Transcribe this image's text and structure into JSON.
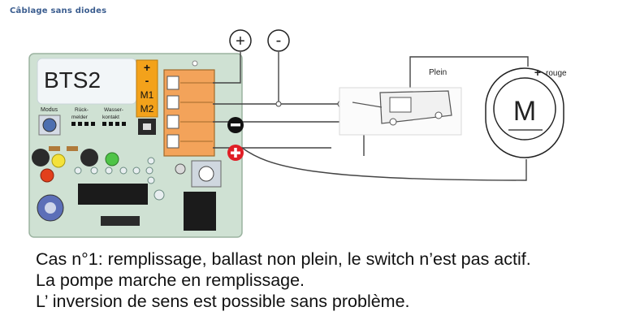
{
  "heading": "Câblage sans diodes",
  "board": {
    "name": "BTS2",
    "terminals": [
      "+",
      "-",
      "M1",
      "M2"
    ],
    "modus_label": "Modus",
    "rueckmelder_line1": "Rück-",
    "rueckmelder_line2": "melder",
    "wasserkontakt_line1": "Wasser-",
    "wasserkontakt_line2": "kontakt"
  },
  "supply": {
    "plus": "+",
    "minus": "-"
  },
  "switch_label": "Plein",
  "motor": {
    "letter": "M",
    "plus": "+",
    "wire_label": "rouge"
  },
  "caption": [
    "Cas n°1: remplissage, ballast non plein, le switch n’est pas actif.",
    "La pompe marche en remplissage.",
    "L’ inversion de sens est possible sans problème."
  ],
  "colors": {
    "board": "#cfe1d3",
    "terminal_yellow": "#f3a21b",
    "terminal_block": "#f3a35a",
    "wire": "#444444",
    "marker_red": "#e01f26",
    "heading": "#3b5d8f"
  }
}
